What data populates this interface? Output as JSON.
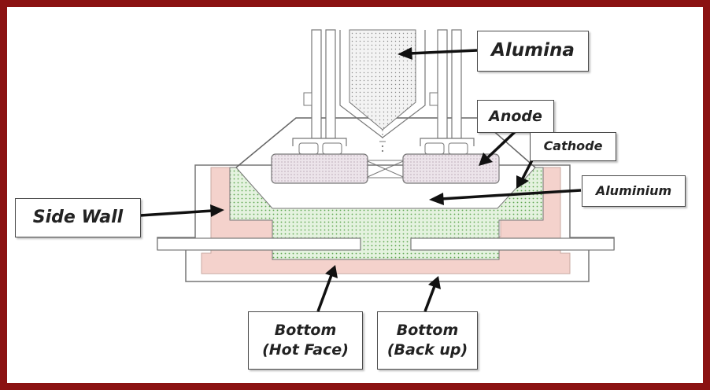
{
  "labels": {
    "alumina": "Alumina",
    "anode": "Anode",
    "cathode": "Cathode",
    "aluminium": "Aluminium",
    "side_wall": "Side Wall",
    "bottom_hot_face_line1": "Bottom",
    "bottom_hot_face_line2": "(Hot Face)",
    "bottom_back_up_line1": "Bottom",
    "bottom_back_up_line2": "(Back up)"
  },
  "colors": {
    "frame": "#8b1212",
    "refractory_pink": "#f4d2cc",
    "cathode_green": "#e4f2df",
    "cathode_dot": "#5da64f",
    "anode_lilac": "#ece4ea",
    "alumina_fill": "#f3f3f3",
    "outline": "#666666",
    "arrow": "#111111"
  }
}
